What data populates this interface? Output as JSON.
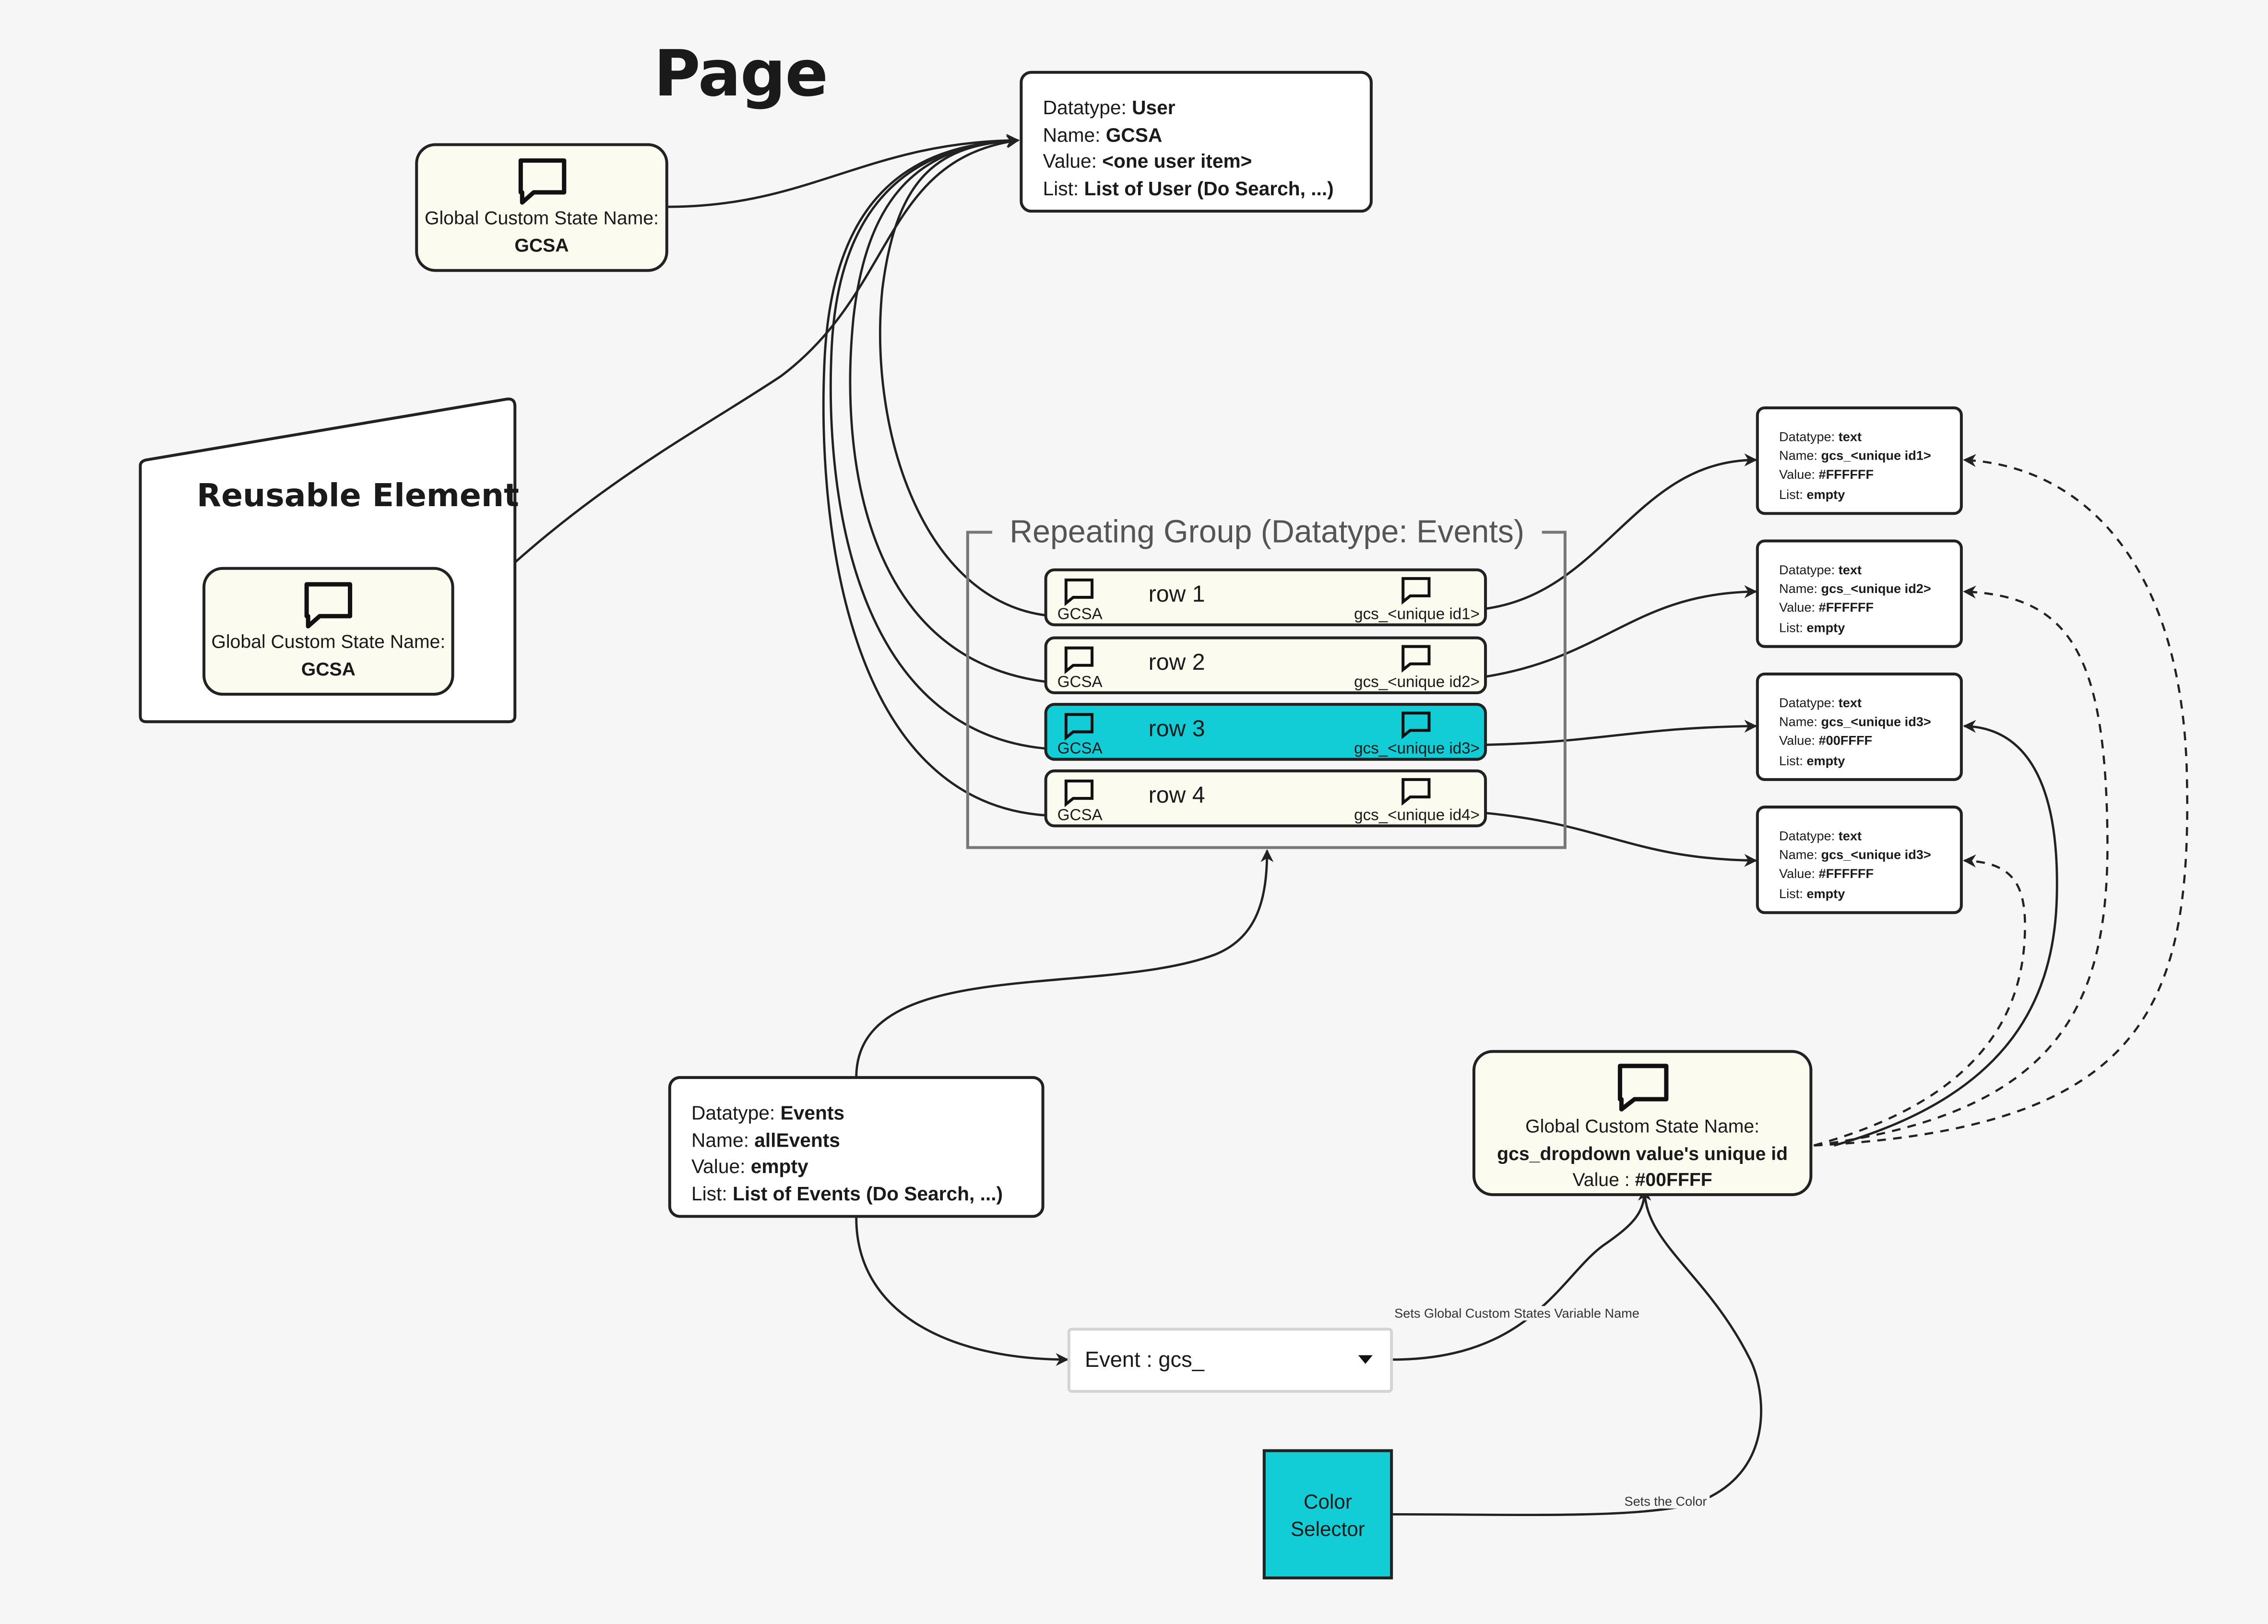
{
  "page": {
    "title": "Page"
  },
  "user_card": {
    "datatype_label": "Datatype: ",
    "datatype": "User",
    "name_label": "Name: ",
    "name": "GCSA",
    "value_label": "Value: ",
    "value": "<one user item>",
    "list_label": "List: ",
    "list": "List of User (Do Search, ...)"
  },
  "gcs_page": {
    "label": "Global Custom State Name:",
    "name": "GCSA",
    "icon": "speech-bubble-icon"
  },
  "reusable": {
    "title": "Reusable Element",
    "gcs": {
      "label": "Global Custom State Name:",
      "name": "GCSA",
      "icon": "speech-bubble-icon"
    }
  },
  "repeating_group": {
    "title": "Repeating Group (Datatype: Events)",
    "rows": [
      {
        "label": "row 1",
        "gcsa": "GCSA",
        "uid": "gcs_<unique id1>"
      },
      {
        "label": "row 2",
        "gcsa": "GCSA",
        "uid": "gcs_<unique id2>"
      },
      {
        "label": "row 3",
        "gcsa": "GCSA",
        "uid": "gcs_<unique id3>"
      },
      {
        "label": "row 4",
        "gcsa": "GCSA",
        "uid": "gcs_<unique id4>"
      }
    ]
  },
  "text_cards": [
    {
      "datatype_label": "Datatype: ",
      "datatype": "text",
      "name_label": "Name: ",
      "name": "gcs_<unique id1>",
      "value_label": "Value: ",
      "value": "#FFFFFF",
      "list_label": "List: ",
      "list": "empty"
    },
    {
      "datatype_label": "Datatype: ",
      "datatype": "text",
      "name_label": "Name: ",
      "name": "gcs_<unique id2>",
      "value_label": "Value: ",
      "value": "#FFFFFF",
      "list_label": "List: ",
      "list": "empty"
    },
    {
      "datatype_label": "Datatype: ",
      "datatype": "text",
      "name_label": "Name: ",
      "name": "gcs_<unique id3>",
      "value_label": "Value: ",
      "value": "#00FFFF",
      "list_label": "List: ",
      "list": "empty"
    },
    {
      "datatype_label": "Datatype: ",
      "datatype": "text",
      "name_label": "Name: ",
      "name": "gcs_<unique id3>",
      "value_label": "Value: ",
      "value": "#FFFFFF",
      "list_label": "List: ",
      "list": "empty"
    }
  ],
  "events_card": {
    "datatype_label": "Datatype: ",
    "datatype": "Events",
    "name_label": "Name: ",
    "name": "allEvents",
    "value_label": "Value: ",
    "value": "empty",
    "list_label": "List: ",
    "list": "List of Events (Do Search, ...)"
  },
  "gcs_dropdown": {
    "label": "Global Custom State Name:",
    "name": "gcs_dropdown value's unique id",
    "value_label": "Value : ",
    "value": "#00FFFF",
    "icon": "speech-bubble-icon"
  },
  "dropdown": {
    "value": "Event : gcs_",
    "icon": "caret-down-icon"
  },
  "color_selector": {
    "line1": "Color",
    "line2": "Selector",
    "color": "#12ccd6"
  },
  "edge_labels": {
    "sets_name": "Sets Global Custom States Variable Name",
    "sets_color": "Sets the Color"
  },
  "colors": {
    "highlight": "#12ccd6",
    "box_fill": "#fbfbef",
    "stroke": "#222222",
    "background": "#f6f6f6"
  }
}
